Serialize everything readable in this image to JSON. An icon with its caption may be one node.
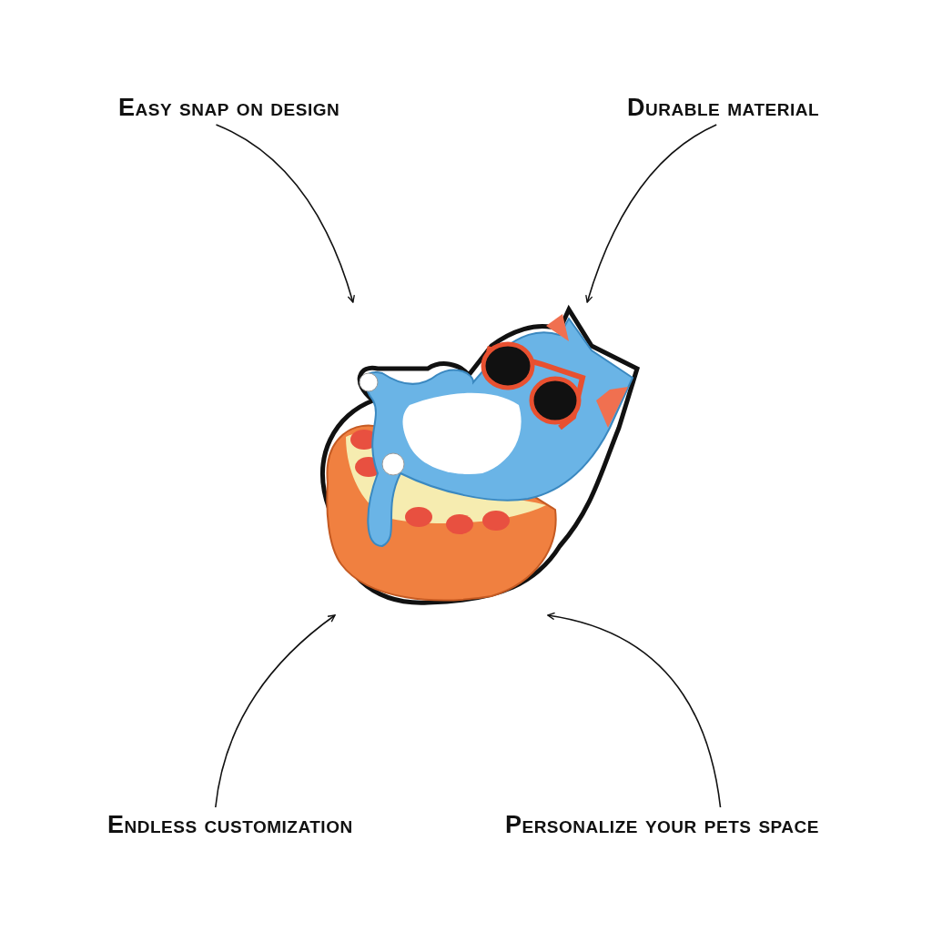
{
  "diagram": {
    "nodes": [
      {
        "text": [
          "Easy snap on design"
        ]
      },
      {
        "text": [
          "Durable material"
        ]
      },
      {
        "text": [
          "Endless customization"
        ]
      },
      {
        "text": [
          "Personalize your pets space"
        ]
      },
      {
        "text": [],
        "shape": "picture"
      }
    ],
    "edges": [
      {
        "from": 0,
        "to": 4,
        "arrow": "to"
      },
      {
        "from": 1,
        "to": 4,
        "arrow": "to"
      },
      {
        "from": 2,
        "to": 4,
        "arrow": "to"
      },
      {
        "from": 3,
        "to": 4,
        "arrow": "to"
      }
    ]
  }
}
